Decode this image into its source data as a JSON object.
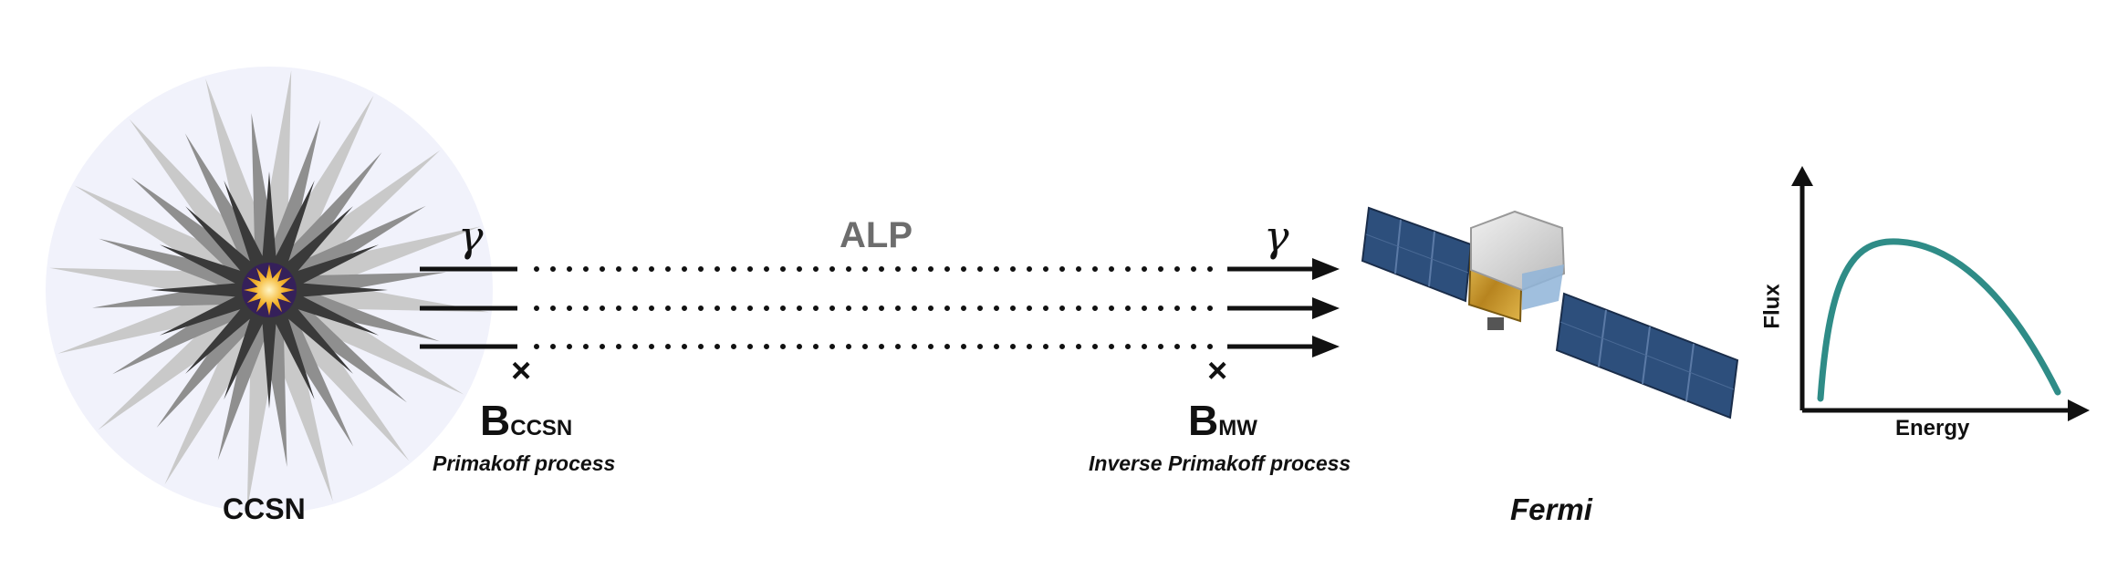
{
  "source": {
    "label": "CCSN"
  },
  "propagation": {
    "particle_label": "ALP",
    "photon_symbol": "γ"
  },
  "conversion_sites": [
    {
      "field_main": "B",
      "field_sub": "CCSN",
      "marker": "×",
      "process": "Primakoff process"
    },
    {
      "field_main": "B",
      "field_sub": "MW",
      "marker": "×",
      "process": "Inverse Primakoff process"
    }
  ],
  "detector": {
    "label": "Fermi"
  },
  "spectrum": {
    "xlabel": "Energy",
    "ylabel": "Flux",
    "curve_color": "#2f8c87"
  },
  "colors": {
    "halo": "#f1f2fb",
    "spike_light": "#c9c9c9",
    "spike_mid": "#8f8f8f",
    "spike_dark": "#3a3a3a",
    "core": "#f5b731",
    "core_ring": "#35205a",
    "panel_blue": "#2d4f7c",
    "foil_gold": "#c89a2c"
  }
}
